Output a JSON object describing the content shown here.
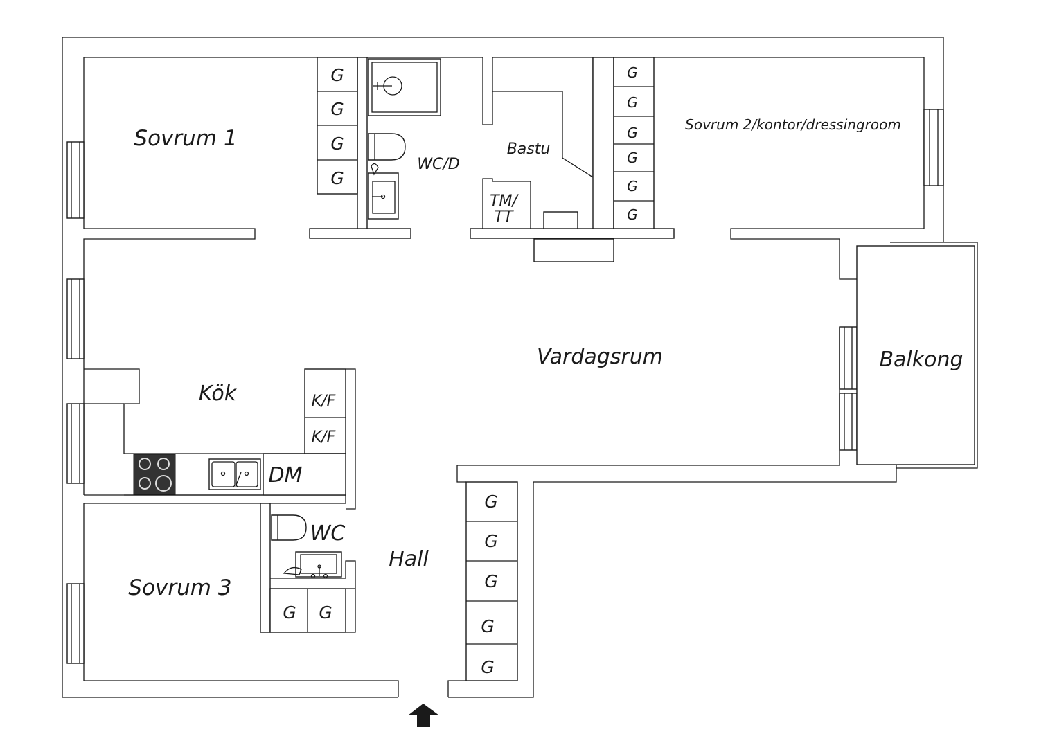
{
  "rooms": {
    "sovrum1": "Sovrum 1",
    "sovrum2": "Sovrum 2/kontor/dressingroom",
    "sovrum3": "Sovrum 3",
    "wc_d": "WC/D",
    "bastu": "Bastu",
    "tm_tt_line1": "TM/",
    "tm_tt_line2": "TT",
    "vardagsrum": "Vardagsrum",
    "balkong": "Balkong",
    "kok": "Kök",
    "kf": "K/F",
    "dm": "DM",
    "wc": "WC",
    "hall": "Hall"
  },
  "wardrobe_label": "G",
  "entrance_icon": "arrow-up-icon",
  "colors": {
    "line": "#1a1a1a",
    "background": "#ffffff",
    "hob": "#333333"
  }
}
